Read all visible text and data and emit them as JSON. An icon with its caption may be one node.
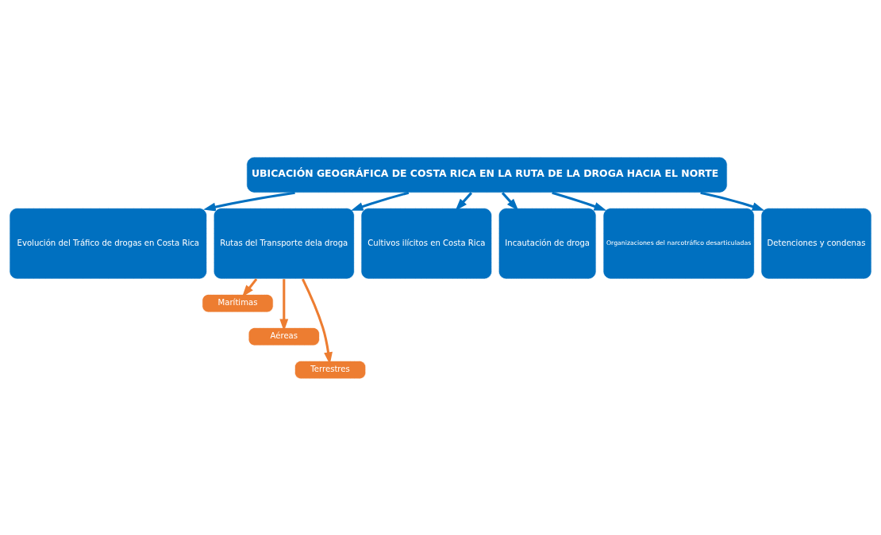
{
  "diagram": {
    "nodes": [
      {
        "text": [
          "UBICACIÓN GEOGRÁFICA DE COSTA RICA EN LA RUTA DE LA DROGA HACIA EL NORTE"
        ]
      },
      {
        "text": [
          "Evolución del Tráfico de drogas en Costa Rica"
        ]
      },
      {
        "text": [
          "Rutas del Transporte dela droga"
        ]
      },
      {
        "text": [
          "Cultivos ilícitos en Costa Rica"
        ]
      },
      {
        "text": [
          "Incautación de droga"
        ]
      },
      {
        "text": [
          "Organizaciones del narcotráfico desarticuladas"
        ]
      },
      {
        "text": [
          "Detenciones y condenas"
        ]
      },
      {
        "text": [
          "Marítimas"
        ]
      },
      {
        "text": [
          "Aéreas"
        ]
      },
      {
        "text": [
          "Terrestres"
        ]
      }
    ],
    "edges": [
      {
        "from": 0,
        "to": 1,
        "arrow": "to"
      },
      {
        "from": 0,
        "to": 2,
        "arrow": "to"
      },
      {
        "from": 0,
        "to": 3,
        "arrow": "to"
      },
      {
        "from": 0,
        "to": 4,
        "arrow": "to"
      },
      {
        "from": 0,
        "to": 5,
        "arrow": "to"
      },
      {
        "from": 0,
        "to": 6,
        "arrow": "to"
      },
      {
        "from": 2,
        "to": 7,
        "arrow": "to",
        "color": "#ed7d31"
      },
      {
        "from": 2,
        "to": 8,
        "arrow": "to",
        "color": "#ed7d31"
      },
      {
        "from": 2,
        "to": 9,
        "arrow": "to",
        "color": "#ed7d31"
      }
    ]
  }
}
